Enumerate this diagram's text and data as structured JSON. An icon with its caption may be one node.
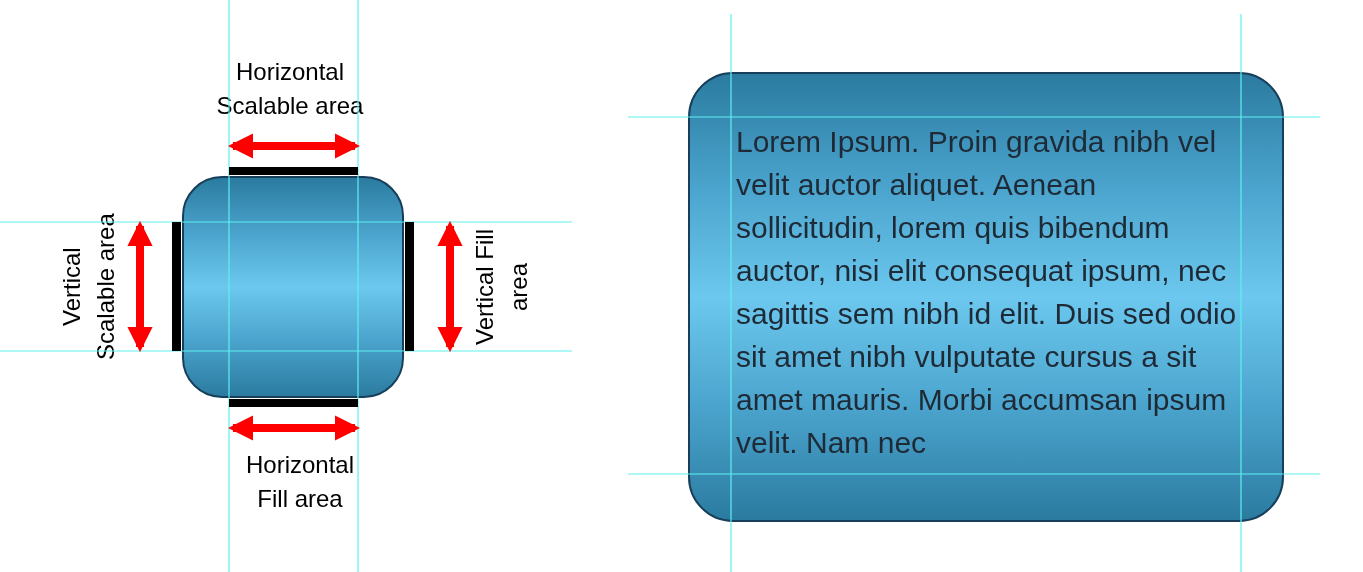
{
  "diagram": {
    "nodes": [
      {
        "text": [],
        "shape": "box"
      },
      {
        "text": [
          "Lorem Ipsum. Proin gravida nibh vel velit auctor aliquet. Aenean sollicitudin, lorem quis bibendum auctor, nisi elit consequat ipsum, nec sagittis sem nibh id elit. Duis sed odio sit amet nibh vulputate cursus a sit amet mauris. Morbi accumsan ipsum velit. Nam nec"
        ]
      }
    ],
    "labels": [
      "Horizontal Scalable area",
      "Vertical Scalable area",
      "Vertical Fill area",
      "Horizontal Fill area"
    ]
  }
}
